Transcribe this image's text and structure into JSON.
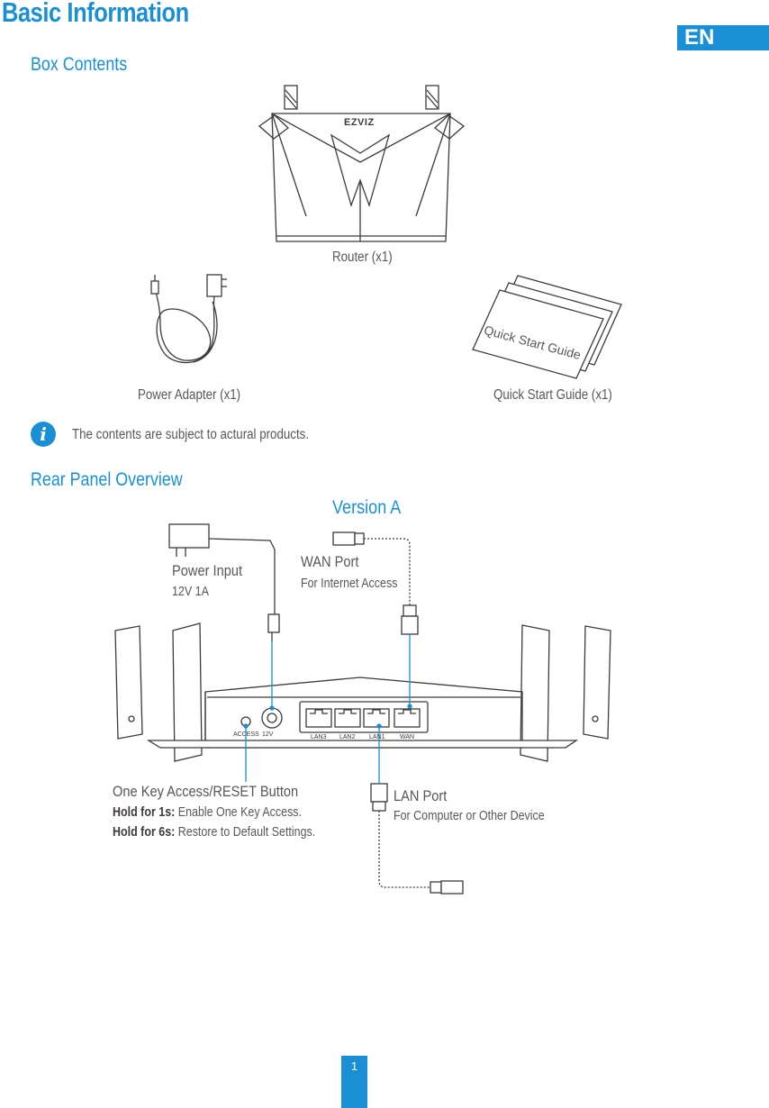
{
  "header": {
    "title": "Basic Information",
    "language": "EN"
  },
  "box_contents": {
    "heading": "Box Contents",
    "router_brand": "EZVIZ",
    "router_caption": "Router (x1)",
    "adapter_caption": "Power Adapter (x1)",
    "guide_caption": "Quick Start Guide (x1)",
    "guide_card_text": "Quick Start Guide",
    "note": "The contents are subject to actural products."
  },
  "rear_panel": {
    "heading": "Rear Panel Overview",
    "version": "Version A",
    "power_input": {
      "label": "Power Input",
      "sub": "12V 1A"
    },
    "wan_port": {
      "label": "WAN Port",
      "sub": "For Internet Access"
    },
    "reset_button": {
      "label": "One Key Access/RESET Button",
      "hold1_key": "Hold for 1s:",
      "hold1_text": "Enable One Key Access.",
      "hold6_key": "Hold for 6s:",
      "hold6_text": "Restore to Default Settings."
    },
    "lan_port": {
      "label": "LAN Port",
      "sub": "For Computer or Other Device"
    },
    "panel_labels": {
      "access": "ACCESS",
      "power": "12V",
      "lan3": "LAN3",
      "lan2": "LAN2",
      "lan1": "LAN1",
      "wan": "WAN"
    }
  },
  "footer": {
    "page_number": "1"
  },
  "colors": {
    "accent": "#1a8fd5",
    "text": "#595757",
    "line": "#3e3a39"
  }
}
